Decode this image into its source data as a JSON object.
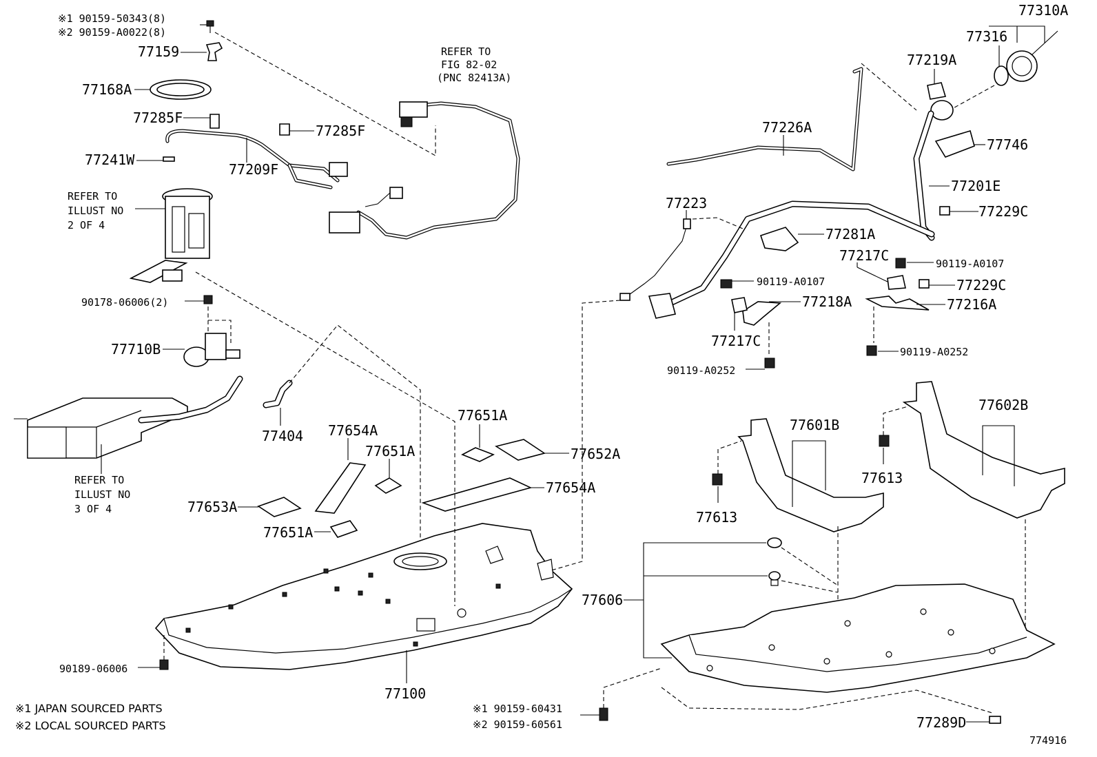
{
  "footnotes": {
    "mark1_code_a": "※1 90159-50343(8)",
    "mark2_code_a": "※2 90159-A0022(8)",
    "mark1_code_b": "※1  90159-60431",
    "mark2_code_b": "※2  90159-60561",
    "legend1": "※1  JAPAN SOURCED PARTS",
    "legend2": "※2  LOCAL SOURCED PARTS"
  },
  "refs": {
    "fig_line1": "REFER TO",
    "fig_line2": "FIG 82-02",
    "fig_line3": "(PNC 82413A)",
    "illust2_line1": "REFER TO",
    "illust2_line2": "ILLUST NO",
    "illust2_line3": "2 OF 4",
    "illust3_line1": "REFER TO",
    "illust3_line2": "ILLUST NO",
    "illust3_line3": "3 OF 4"
  },
  "labels": {
    "p77159": "77159",
    "p77168A": "77168A",
    "p77285F_1": "77285F",
    "p77285F_2": "77285F",
    "p77241W": "77241W",
    "p77209F": "77209F",
    "p90178": "90178-06006(2)",
    "p77710B": "77710B",
    "p77404": "77404",
    "p77654A_1": "77654A",
    "p77651A_1": "77651A",
    "p77651A_2": "77651A",
    "p77651A_3": "77651A",
    "p77652A": "77652A",
    "p77654A_2": "77654A",
    "p77653A": "77653A",
    "p90189": "90189-06006",
    "p77100": "77100",
    "p77310A": "77310A",
    "p77316": "77316",
    "p77219A": "77219A",
    "p77746": "77746",
    "p77226A": "77226A",
    "p77201E": "77201E",
    "p77229C_1": "77229C",
    "p77223": "77223",
    "p77281A": "77281A",
    "p77217C_1": "77217C",
    "p90119_a0107_1": "90119-A0107",
    "p90119_a0107_2": "90119-A0107",
    "p77229C_2": "77229C",
    "p77218A": "77218A",
    "p77216A": "77216A",
    "p77217C_2": "77217C",
    "p90119_a0252_1": "90119-A0252",
    "p90119_a0252_2": "90119-A0252",
    "p77602B": "77602B",
    "p77601B": "77601B",
    "p77613_1": "77613",
    "p77613_2": "77613",
    "p77606": "77606",
    "p77289D": "77289D"
  },
  "figure_number": "774916"
}
